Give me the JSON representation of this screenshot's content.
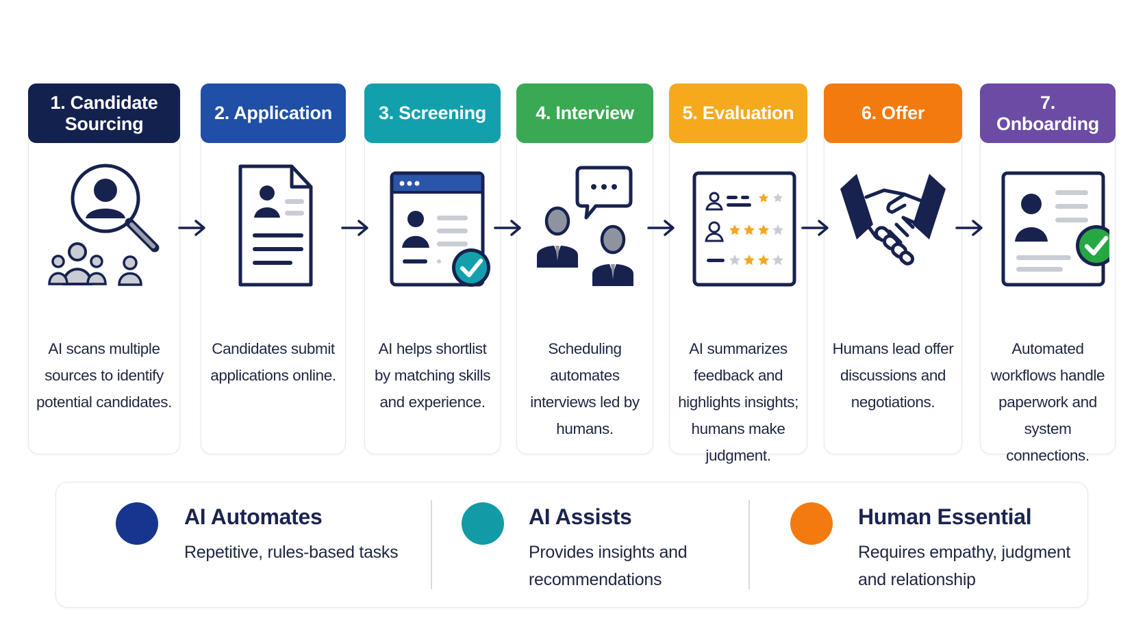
{
  "stages": [
    {
      "title": "1. Candidate Sourcing",
      "color": "#13214f",
      "icon": "magnifier-people-icon",
      "description": "AI scans multiple sources to identify potential candidates."
    },
    {
      "title": "2. Application",
      "color": "#1f4fa6",
      "icon": "document-resume-icon",
      "description": "Candidates submit applications online."
    },
    {
      "title": "3. Screening",
      "color": "#12a0ad",
      "icon": "browser-profile-check-icon",
      "description": "AI helps shortlist by matching skills and experience."
    },
    {
      "title": "4. Interview",
      "color": "#3aa953",
      "icon": "interview-chat-icon",
      "description": "Scheduling automates interviews led by humans."
    },
    {
      "title": "5. Evaluation",
      "color": "#f5a91c",
      "icon": "rating-scorecard-icon",
      "description": "AI summarizes feedback and highlights insights; humans make judgment."
    },
    {
      "title": "6. Offer",
      "color": "#f37a0e",
      "icon": "handshake-icon",
      "description": "Humans lead offer discussions and negotiations."
    },
    {
      "title": "7. Onboarding",
      "color": "#6c4ba5",
      "icon": "profile-card-check-icon",
      "description": "Automated workflows handle paperwork and system connections."
    }
  ],
  "legend": [
    {
      "title": "AI Automates",
      "text": "Repetitive, rules-based tasks",
      "color": "#15358e"
    },
    {
      "title": "AI Assists",
      "text": "Provides insights and recommendations",
      "color": "#129aa6"
    },
    {
      "title": "Human Essential",
      "text": "Requires empathy, judgment and relationship",
      "color": "#f37a0e"
    }
  ],
  "palette": {
    "navy": "#17224f",
    "grey": "#8e949f",
    "light_grey": "#c9ccd3",
    "check_green": "#27a744",
    "star_orange": "#f5a623"
  }
}
